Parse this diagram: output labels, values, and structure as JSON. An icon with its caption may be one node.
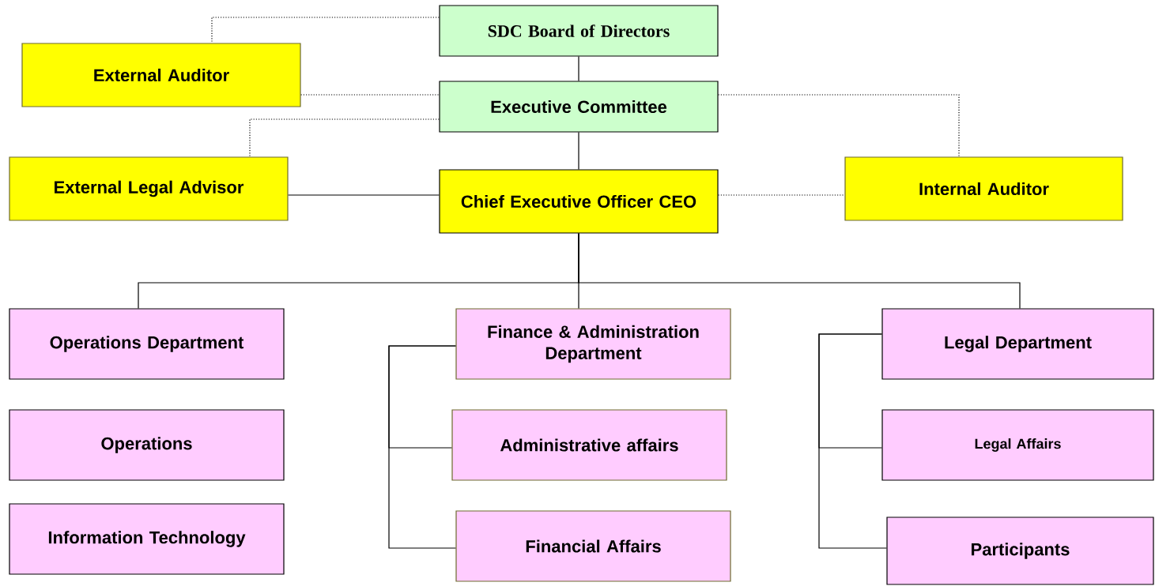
{
  "diagram": {
    "nodes": [
      {
        "text": [
          "SDC Board of Directors"
        ]
      },
      {
        "text": [
          "External Auditor"
        ]
      },
      {
        "text": [
          "Executive Committee"
        ]
      },
      {
        "text": [
          "External Legal Advisor"
        ]
      },
      {
        "text": [
          "Chief Executive Officer CEO"
        ]
      },
      {
        "text": [
          "Internal Auditor"
        ]
      },
      {
        "text": [
          "Operations Department"
        ]
      },
      {
        "text": [
          "Finance & Administration Department"
        ]
      },
      {
        "text": [
          "Legal Department"
        ]
      },
      {
        "text": [
          "Operations"
        ]
      },
      {
        "text": [
          "Administrative affairs"
        ]
      },
      {
        "text": [
          "Legal Affairs"
        ]
      },
      {
        "text": [
          "Information Technology"
        ]
      },
      {
        "text": [
          "Financial Affairs"
        ]
      },
      {
        "text": [
          "Participants"
        ]
      }
    ],
    "edges": [
      {
        "from": 0,
        "to": 1,
        "arrow": "none",
        "style": "dashed"
      },
      {
        "from": 0,
        "to": 2,
        "arrow": "none"
      },
      {
        "from": 1,
        "to": 2,
        "arrow": "none",
        "style": "dashed"
      },
      {
        "from": 2,
        "to": 3,
        "arrow": "none",
        "style": "dashed"
      },
      {
        "from": 2,
        "to": 4,
        "arrow": "none"
      },
      {
        "from": 2,
        "to": 5,
        "arrow": "none",
        "style": "dashed"
      },
      {
        "from": 3,
        "to": 4,
        "arrow": "none"
      },
      {
        "from": 4,
        "to": 5,
        "arrow": "none",
        "style": "dashed"
      },
      {
        "from": 4,
        "to": 6,
        "arrow": "none"
      },
      {
        "from": 4,
        "to": 7,
        "arrow": "none"
      },
      {
        "from": 4,
        "to": 8,
        "arrow": "none"
      },
      {
        "from": 7,
        "to": 10,
        "arrow": "none"
      },
      {
        "from": 7,
        "to": 13,
        "arrow": "none"
      },
      {
        "from": 8,
        "to": 11,
        "arrow": "none"
      },
      {
        "from": 8,
        "to": 14,
        "arrow": "none"
      }
    ]
  }
}
